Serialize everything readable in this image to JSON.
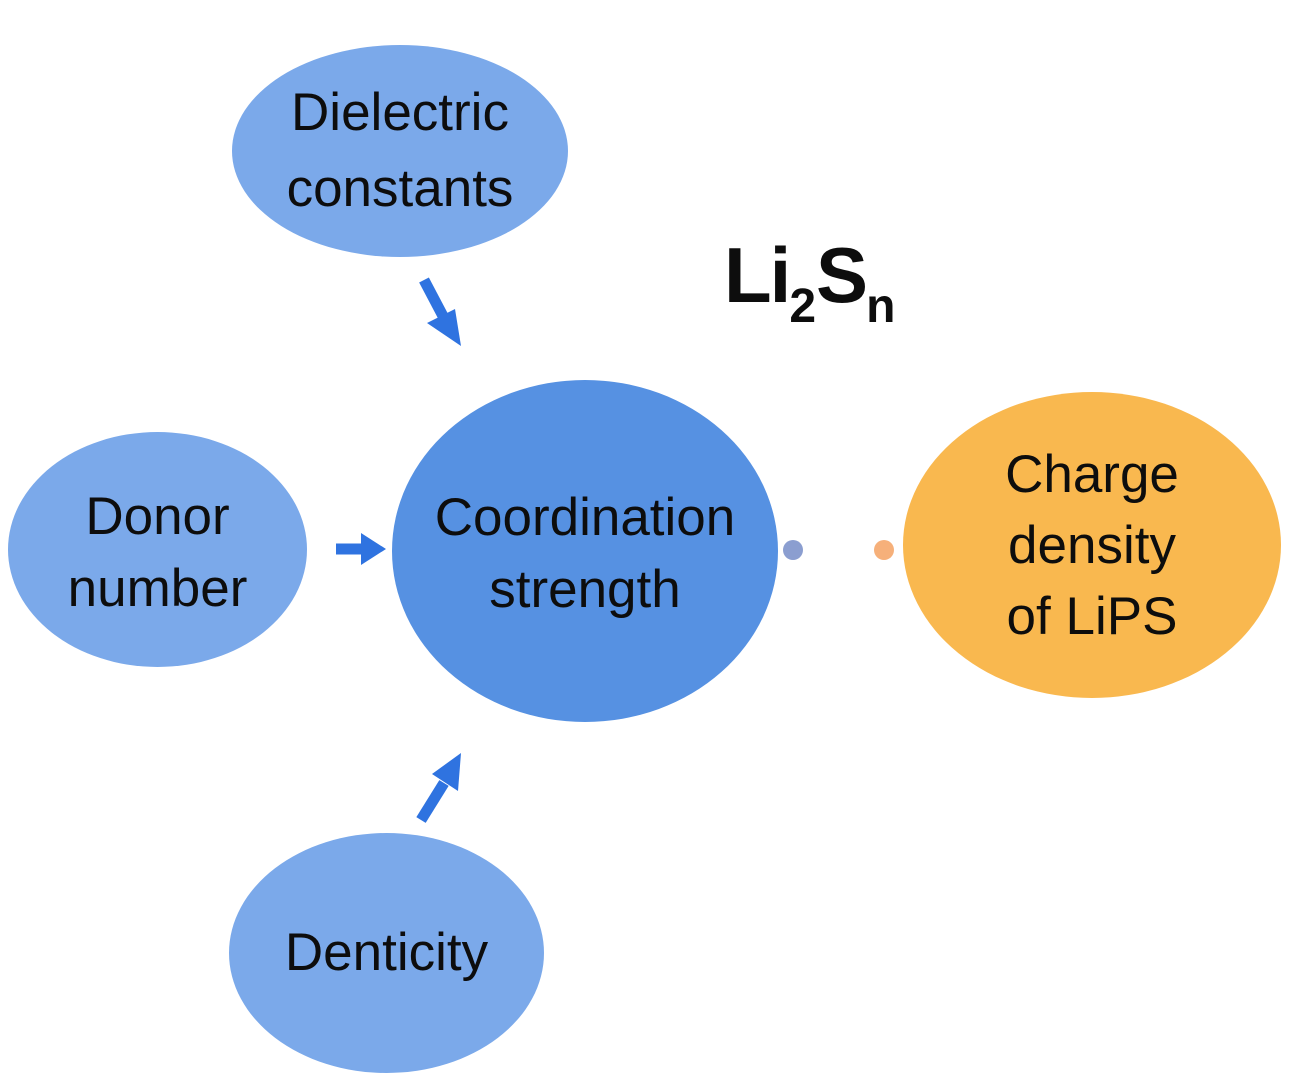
{
  "nodes": {
    "dielectric": {
      "line1": "Dielectric",
      "line2": "constants"
    },
    "donor": {
      "line1": "Donor",
      "line2": "number"
    },
    "coordination": {
      "line1": "Coordination",
      "line2": "strength"
    },
    "charge": {
      "line1": "Charge",
      "line2": "density",
      "line3": "of LiPS"
    },
    "denticity": {
      "line1": "Denticity"
    }
  },
  "formula": {
    "element1": "Li",
    "sub1": "2",
    "element2": "S",
    "sub2": "n"
  },
  "colors": {
    "light_blue": "#7ba9ea",
    "dark_blue": "#5691e2",
    "orange": "#f9b84f",
    "arrow": "#2f73e0",
    "connector_left": "#8b9ed0",
    "connector_right": "#f6b07a"
  }
}
